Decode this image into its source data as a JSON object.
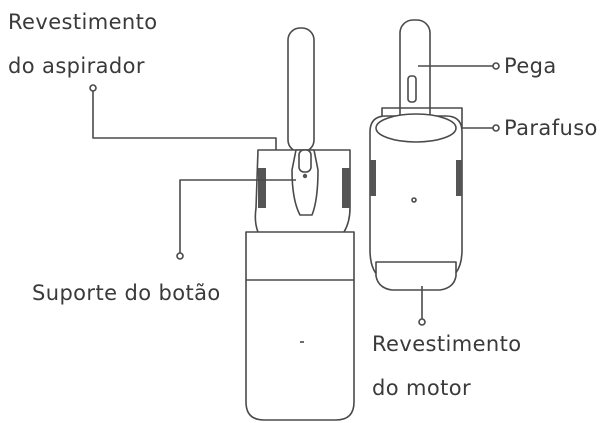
{
  "labels": {
    "vacuum_cover_line1": "Revestimento",
    "vacuum_cover_line2": "do aspirador",
    "handle": "Pega",
    "screw": "Parafuso",
    "button_support": "Suporte do botão",
    "motor_cover_line1": "Revestimento",
    "motor_cover_line2": "do motor"
  },
  "colors": {
    "line": "#4a4a4a",
    "text": "#3a3a3a",
    "fill": "#ffffff",
    "dark_part": "#555555"
  }
}
